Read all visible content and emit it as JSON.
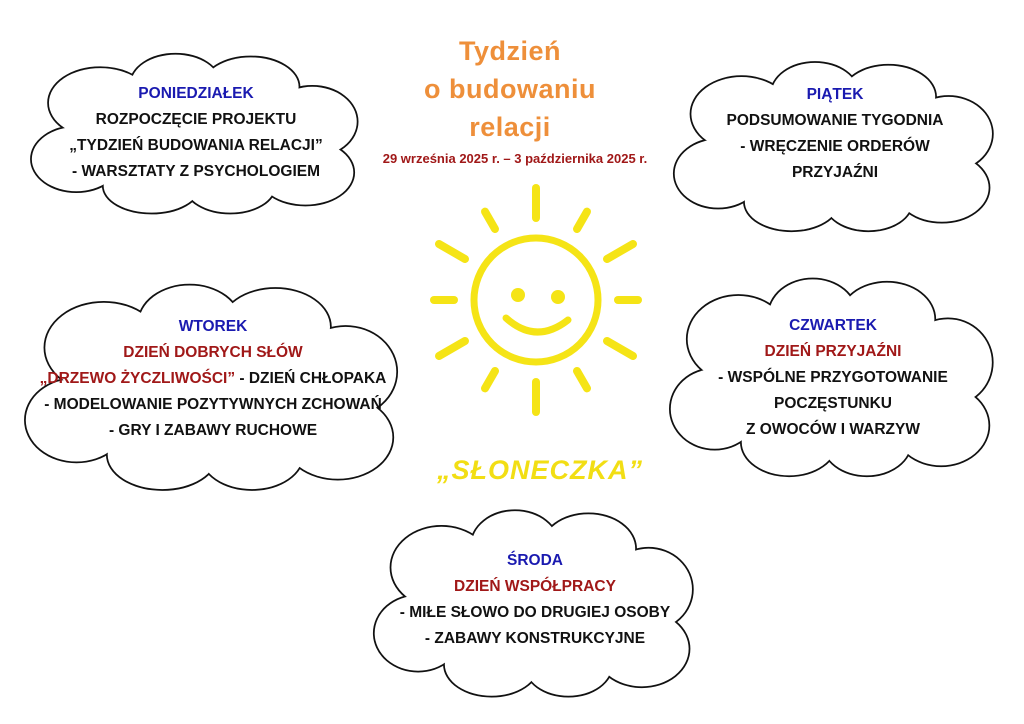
{
  "header": {
    "title_lines": [
      "Tydzień",
      "o budowaniu",
      "relacji"
    ],
    "dates": "29 września 2025 r. – 3 października 2025 r."
  },
  "sun": {
    "label": "„SŁONECZKA”",
    "color": "#f5e416"
  },
  "days": {
    "monday": {
      "day": "PONIEDZIAŁEK",
      "lines": [
        "ROZPOCZĘCIE PROJEKTU",
        "„TYDZIEŃ BUDOWANIA RELACJI”",
        "- WARSZTATY Z PSYCHOLOGIEM"
      ]
    },
    "tuesday": {
      "day": "WTOREK",
      "theme": "DZIEŃ DOBRYCH SŁÓW",
      "highlight": "„DRZEWO ŻYCZLIWOŚCI”",
      "highlight_rest": " - DZIEŃ CHŁOPAKA",
      "lines": [
        "- MODELOWANIE POZYTYWNYCH ZCHOWAŃ",
        "- GRY I ZABAWY RUCHOWE"
      ]
    },
    "wednesday": {
      "day": "ŚRODA",
      "theme": "DZIEŃ WSPÓŁPRACY",
      "lines": [
        "- MIŁE SŁOWO DO DRUGIEJ OSOBY",
        "- ZABAWY KONSTRUKCYJNE"
      ]
    },
    "thursday": {
      "day": "CZWARTEK",
      "theme": "DZIEŃ PRZYJAŹNI",
      "lines": [
        "- WSPÓLNE PRZYGOTOWANIE",
        "POCZĘSTUNKU",
        "Z OWOCÓW I WARZYW"
      ]
    },
    "friday": {
      "day": "PIĄTEK",
      "lines": [
        "PODSUMOWANIE TYGODNIA",
        "- WRĘCZENIE ORDERÓW",
        "PRZYJAŹNI"
      ]
    }
  },
  "colors": {
    "title": "#ee8f3a",
    "day": "#1a1ab0",
    "theme": "#a01818",
    "text": "#111111"
  }
}
